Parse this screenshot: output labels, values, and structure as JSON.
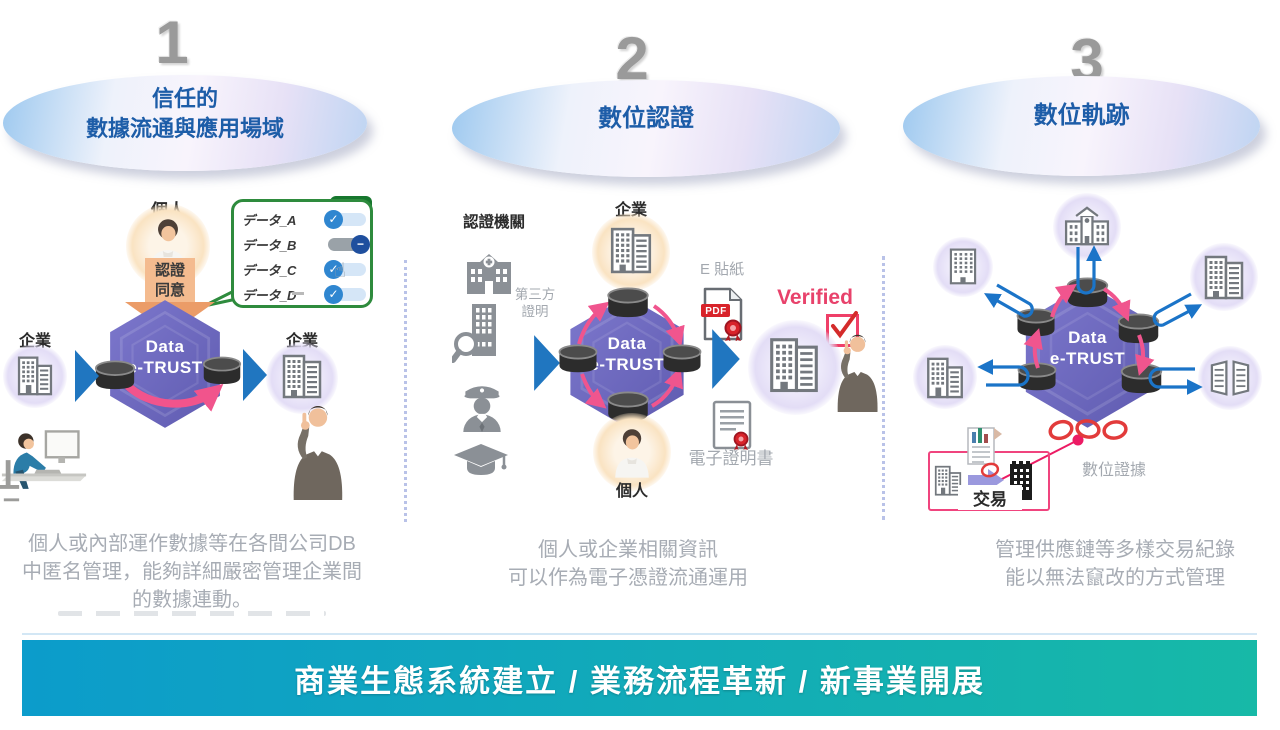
{
  "steps": [
    {
      "number": "1",
      "title_lines": [
        "信任的",
        "數據流通與應用場域"
      ],
      "description_lines": [
        "個人或內部運作數據等在各間公司DB",
        "中匿名管理，能夠詳細嚴密管理企業間",
        "的數據連動。"
      ]
    },
    {
      "number": "2",
      "title_lines": [
        "數位認證"
      ],
      "description_lines": [
        "個人或企業相關資訊",
        "可以作為電子憑證流通運用"
      ]
    },
    {
      "number": "3",
      "title_lines": [
        "數位軌跡"
      ],
      "description_lines": [
        "管理供應鏈等多樣交易紀錄",
        "能以無法竄改的方式管理"
      ]
    }
  ],
  "hex_label": {
    "line1": "Data",
    "line2": "e-TRUST"
  },
  "col1": {
    "person_label": "個人",
    "consent_lines": [
      "認證",
      "同意"
    ],
    "enterprise_left_label": "企業",
    "enterprise_right_label": "企業",
    "bubble": {
      "items": [
        {
          "label": "データ_A",
          "state": "on"
        },
        {
          "label": "データ_B",
          "state": "off"
        },
        {
          "label": "データ_C",
          "state": "on"
        },
        {
          "label": "データ_D",
          "state": "on"
        }
      ]
    }
  },
  "col2": {
    "authority_label": "認證機關",
    "third_party_lines": [
      "第三方",
      "證明"
    ],
    "enterprise_label": "企業",
    "person_label": "個人",
    "e_sticker_label": "E 貼紙",
    "pdf_label": "PDF",
    "verified_label": "Verified",
    "e_certificate_label": "電子證明書"
  },
  "col3": {
    "transaction_label": "交易",
    "evidence_label": "數位證據"
  },
  "banner": {
    "text": "商業生態系統建立 / 業務流程革新 / 新事業開展"
  },
  "icons": {
    "hand_cursor_glyph": "☝",
    "toggle_on_glyph": "✓",
    "toggle_off_glyph": "−"
  },
  "colors": {
    "title_blue": "#1d5da8",
    "hexagon_purple": "#6e69c0",
    "flow_pink": "#f0558e",
    "arrow_blue": "#2076c0",
    "consent_orange": "#eb9c68",
    "verified_pink": "#e8426b",
    "banner_gradient_start": "#0c9ccb",
    "banner_gradient_end": "#17b9a7",
    "gray_text": "#a7acb4"
  }
}
